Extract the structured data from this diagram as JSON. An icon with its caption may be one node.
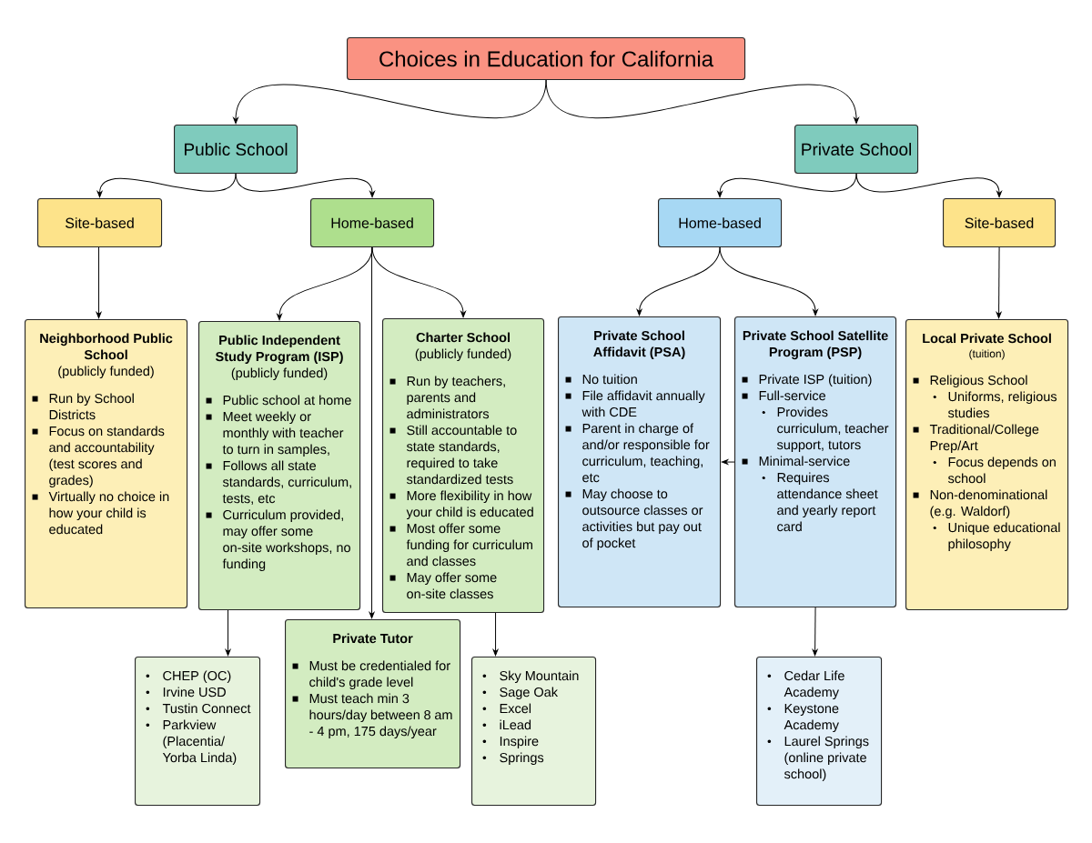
{
  "diagram": {
    "nodes": [
      {
        "text": [
          "Choices in Education for California"
        ]
      },
      {
        "text": [
          "Public School"
        ]
      },
      {
        "text": [
          "Private School"
        ]
      },
      {
        "text": [
          "Site-based"
        ]
      },
      {
        "text": [
          "Home-based"
        ]
      },
      {
        "text": [
          "Home-based"
        ]
      },
      {
        "text": [
          "Site-based"
        ]
      },
      {
        "text": [
          "Neighborhood Public School",
          "(publicly funded)",
          "Run by School Districts",
          "Focus on standards and accountability (test scores and grades)",
          "Virtually no choice in how your child is educated"
        ]
      },
      {
        "text": [
          "Public Independent Study Program (ISP)",
          "(publicly funded)",
          "Public school at home",
          "Meet weekly or monthly with teacher to turn in samples,",
          "Follows all state standards, curriculum, tests, etc",
          "Curriculum provided, may offer some on-site workshops, no funding"
        ]
      },
      {
        "text": [
          "Charter School",
          "(publicly funded)",
          "Run by teachers, parents and administrators",
          "Still accountable to state standards, required to take standardized tests",
          "More flexibility in how your child is educated",
          "Most offer some funding for curriculum and classes",
          "May offer some on-site classes"
        ]
      },
      {
        "text": [
          "Private School Affidavit (PSA)",
          "No tuition",
          "File affidavit annually with CDE",
          "Parent in charge of and/or responsible for curriculum, teaching, etc",
          "May choose to outsource classes or activities but pay out of pocket"
        ]
      },
      {
        "text": [
          "Private School Satellite Program (PSP)",
          "Private ISP (tuition)",
          "Full-service",
          "Provides curriculum, teacher support, tutors",
          "Minimal-service",
          "Requires attendance sheet and yearly report card"
        ]
      },
      {
        "text": [
          "Local Private School",
          "(tuition)",
          "Religious School",
          "Uniforms, religious studies",
          "Traditional/College Prep/Art",
          "Focus depends on school",
          "Non-denominational (e.g. Waldorf)",
          "Unique educational philosophy"
        ]
      },
      {
        "text": [
          "Private Tutor",
          "Must be credentialed for child's grade level",
          "Must teach min 3 hours/day between 8 am - 4 pm, 175 days/year"
        ]
      },
      {
        "text": [
          "CHEP (OC)",
          "Irvine USD",
          "Tustin Connect",
          "Parkview (Placentia/ Yorba Linda)"
        ]
      },
      {
        "text": [
          "Sky Mountain",
          "Sage Oak",
          "Excel",
          "iLead",
          "Inspire",
          "Springs"
        ]
      },
      {
        "text": [
          "Cedar Life Academy",
          "Keystone Academy",
          "Laurel Springs (online private school)"
        ]
      }
    ],
    "edges": [
      {
        "from": 0,
        "to": 1,
        "arrow": "to"
      },
      {
        "from": 0,
        "to": 2,
        "arrow": "to"
      },
      {
        "from": 1,
        "to": 3,
        "arrow": "to"
      },
      {
        "from": 1,
        "to": 4,
        "arrow": "to"
      },
      {
        "from": 2,
        "to": 5,
        "arrow": "to"
      },
      {
        "from": 2,
        "to": 6,
        "arrow": "to"
      },
      {
        "from": 3,
        "to": 7,
        "arrow": "to"
      },
      {
        "from": 4,
        "to": 8,
        "arrow": "to"
      },
      {
        "from": 4,
        "to": 13,
        "arrow": "to"
      },
      {
        "from": 4,
        "to": 9,
        "arrow": "to"
      },
      {
        "from": 5,
        "to": 10,
        "arrow": "to"
      },
      {
        "from": 5,
        "to": 11,
        "arrow": "to"
      },
      {
        "from": 6,
        "to": 12,
        "arrow": "to"
      },
      {
        "from": 8,
        "to": 14,
        "arrow": "to"
      },
      {
        "from": 9,
        "to": 15,
        "arrow": "to"
      },
      {
        "from": 11,
        "to": 16,
        "arrow": "to"
      },
      {
        "from": 11,
        "to": 10,
        "arrow": "to"
      }
    ]
  }
}
